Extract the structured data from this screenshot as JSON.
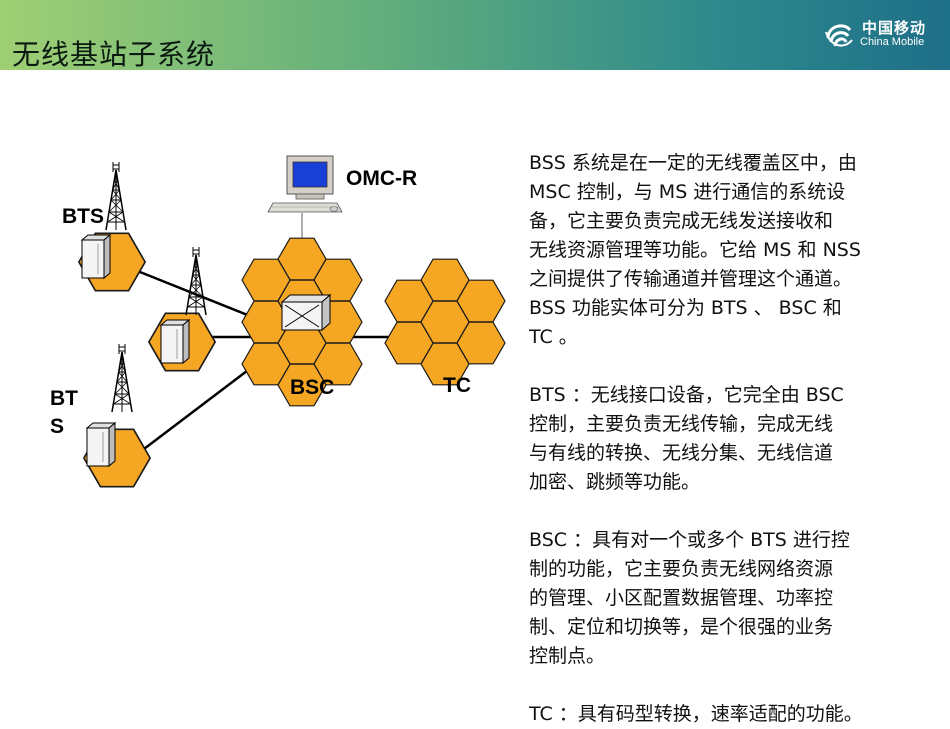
{
  "header": {
    "title": "无线基站子系统",
    "logo_cn": "中国移动",
    "logo_en": "China Mobile"
  },
  "diagram": {
    "omc_label": "OMC-R",
    "bts_top_label": "BTS",
    "bts_bottom_label_line1": "BT",
    "bts_bottom_label_line2": "S",
    "bsc_label": "BSC",
    "tc_label": "TC"
  },
  "colors": {
    "hexagon_fill": "#f5a623",
    "header_start": "#9fcf74",
    "header_end": "#1e6f88"
  },
  "text": {
    "bss_intro": [
      "BSS 系统是在一定的无线覆盖区中，由",
      "MSC 控制，与 MS 进行通信的系统设",
      "备，它主要负责完成无线发送接收和",
      "无线资源管理等功能。它给 MS 和 NSS",
      "之间提供了传输通道并管理这个通道。",
      "BSS 功能实体可分为 BTS 、 BSC 和",
      "TC 。"
    ],
    "bts_desc": [
      "BTS ：无线接口设备，它完全由 BSC",
      "控制，主要负责无线传输，完成无线",
      "与有线的转换、无线分集、无线信道",
      "加密、跳频等功能。"
    ],
    "bsc_desc": [
      "BSC ：具有对一个或多个 BTS 进行控",
      "制的功能，它主要负责无线网络资源",
      "的管理、小区配置数据管理、功率控",
      "制、定位和切换等，是个很强的业务",
      "控制点。"
    ],
    "tc_desc": [
      "TC ：具有码型转换，速率适配的功能。"
    ]
  }
}
